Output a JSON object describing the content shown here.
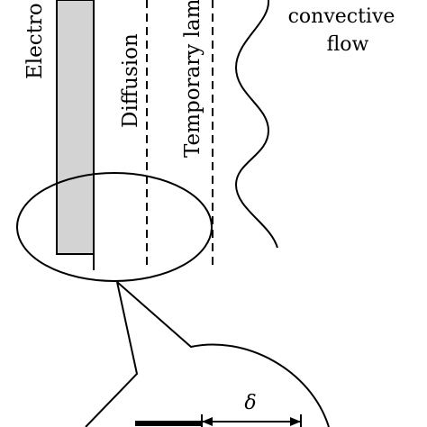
{
  "labels": {
    "electrode": "Electro",
    "diffusion": "Diffusion",
    "temporary_layer": "Temporary lam",
    "flow_line1": "convective",
    "flow_line2": "flow",
    "delta": "δ"
  },
  "colors": {
    "electrode_fill": "#d3d3d3",
    "stroke": "#000000",
    "background": "#ffffff"
  }
}
